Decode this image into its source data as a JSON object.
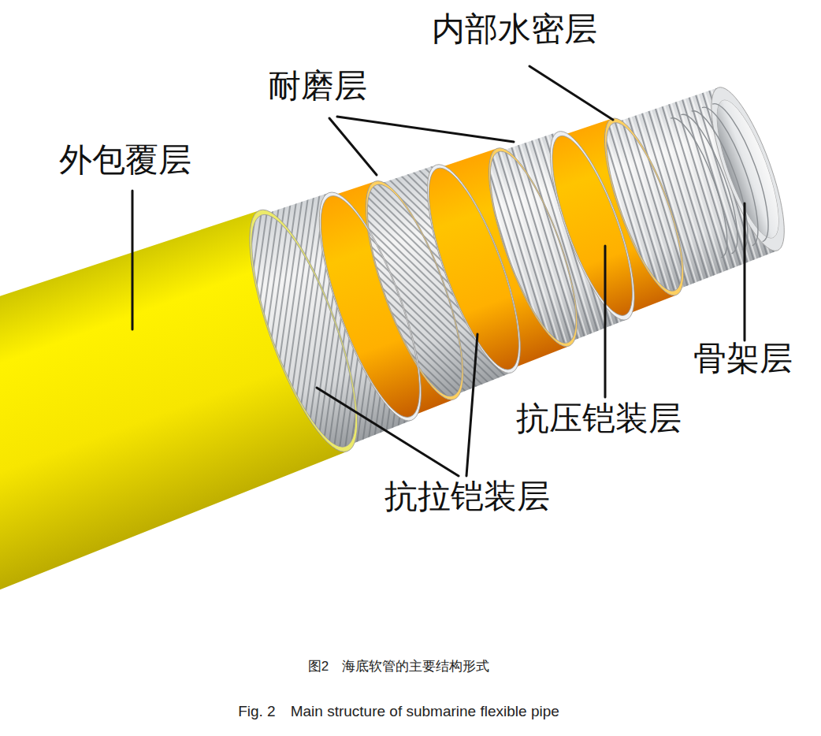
{
  "diagram": {
    "caption": "图2　海底软管的主要结构形式",
    "labels": [
      "内部水密层",
      "耐磨层",
      "外包覆层",
      "骨架层",
      "抗压铠装层",
      "抗拉铠装层",
      "Fig. 2　Main structure of submarine flexible pipe"
    ]
  }
}
